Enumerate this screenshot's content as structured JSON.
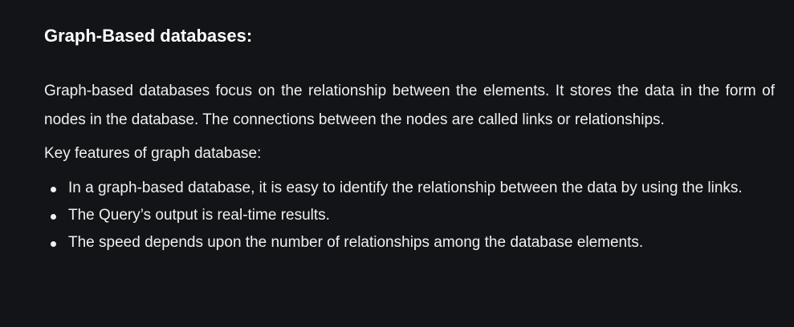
{
  "article": {
    "heading": "Graph-Based databases:",
    "paragraph": "Graph-based databases focus on the relationship between the elements. It stores the data in the form of nodes in the database. The connections between the nodes are called links or relationships.",
    "features_label": "Key features of graph database:",
    "features": [
      "In a graph-based database, it is easy to identify the relationship between the data by using the links.",
      "The Query’s output is real-time results.",
      "The speed depends upon the number of relationships among the database elements."
    ]
  }
}
